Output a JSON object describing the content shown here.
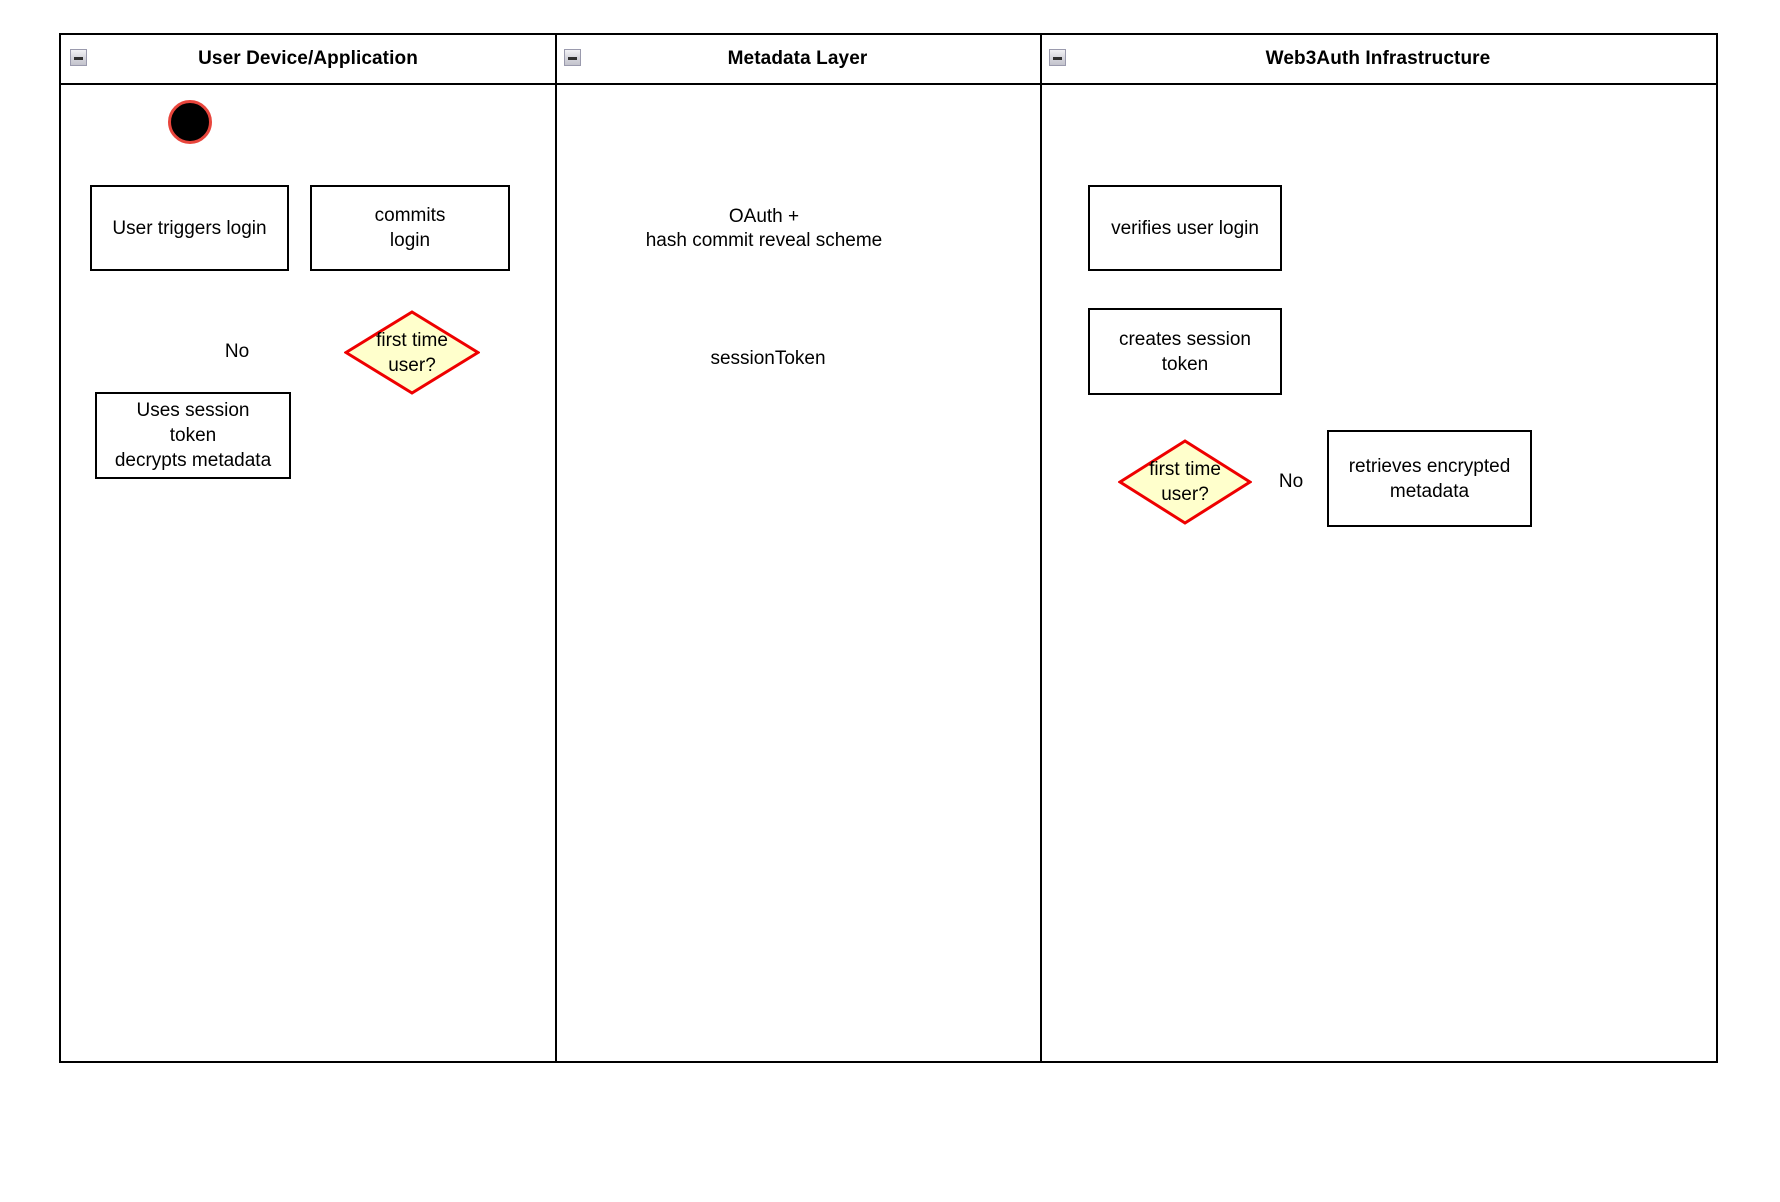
{
  "diagram": {
    "title": "Web3Auth login activity diagram",
    "colors": {
      "lane_border": "#000000",
      "task_border": "#000000",
      "decision_fill": "#ffffcc",
      "decision_stroke": "#ee0000",
      "flow_stroke": "#a0534d",
      "start_fill": "#000000",
      "start_stroke": "#e8453c",
      "background": "#ffffff"
    },
    "lanes": [
      {
        "id": "user-device",
        "label": "User Device/Application",
        "collapse_icon": "minus-icon"
      },
      {
        "id": "metadata-layer",
        "label": "Metadata Layer",
        "collapse_icon": "minus-icon"
      },
      {
        "id": "web3auth",
        "label": "Web3Auth Infrastructure",
        "collapse_icon": "minus-icon"
      }
    ],
    "nodes": [
      {
        "id": "start",
        "type": "start",
        "lane": "user-device",
        "label": ""
      },
      {
        "id": "user-triggers-login",
        "type": "task",
        "lane": "user-device",
        "label": "User triggers login"
      },
      {
        "id": "commits-login",
        "type": "task",
        "lane": "user-device",
        "label": "commits\nlogin"
      },
      {
        "id": "first-time-user-client",
        "type": "decision",
        "lane": "user-device",
        "label": "first time\nuser?"
      },
      {
        "id": "uses-session-token",
        "type": "task",
        "lane": "user-device",
        "label": "Uses session\ntoken\ndecrypts metadata"
      },
      {
        "id": "verifies-user-login",
        "type": "task",
        "lane": "web3auth",
        "label": "verifies user login"
      },
      {
        "id": "creates-session-token",
        "type": "task",
        "lane": "web3auth",
        "label": "creates session\ntoken"
      },
      {
        "id": "first-time-user-server",
        "type": "decision",
        "lane": "web3auth",
        "label": "first time\nuser?"
      },
      {
        "id": "retrieves-encrypted-metadata",
        "type": "task",
        "lane": "web3auth",
        "label": "retrieves encrypted\nmetadata"
      }
    ],
    "edges": [
      {
        "id": "start-to-trigger",
        "from": "start",
        "to": "user-triggers-login",
        "label": ""
      },
      {
        "id": "trigger-to-commits",
        "from": "user-triggers-login",
        "to": "commits-login",
        "label": ""
      },
      {
        "id": "commits-to-verifies",
        "from": "commits-login",
        "to": "verifies-user-login",
        "label": "OAuth +\nhash commit reveal scheme"
      },
      {
        "id": "commits-to-decision",
        "from": "commits-login",
        "to": "first-time-user-client",
        "label": ""
      },
      {
        "id": "decision-to-uses-session",
        "from": "first-time-user-client",
        "to": "uses-session-token",
        "label": "No"
      },
      {
        "id": "verifies-to-creates",
        "from": "verifies-user-login",
        "to": "creates-session-token",
        "label": ""
      },
      {
        "id": "creates-to-decision",
        "from": "creates-session-token",
        "to": "first-time-user-server",
        "label": ""
      },
      {
        "id": "creates-to-client-decision",
        "from": "creates-session-token",
        "to": "first-time-user-client",
        "label": "sessionToken"
      },
      {
        "id": "server-decision-to-retrieves",
        "from": "first-time-user-server",
        "to": "retrieves-encrypted-metadata",
        "label": "No"
      },
      {
        "id": "retrieves-to-client-decision",
        "from": "retrieves-encrypted-metadata",
        "to": "first-time-user-client",
        "label": ""
      }
    ],
    "edge_labels": {
      "oauth_line1": "OAuth +",
      "oauth_line2": "hash commit reveal scheme",
      "session_token": "sessionToken",
      "no_client": "No",
      "no_server": "No"
    }
  }
}
